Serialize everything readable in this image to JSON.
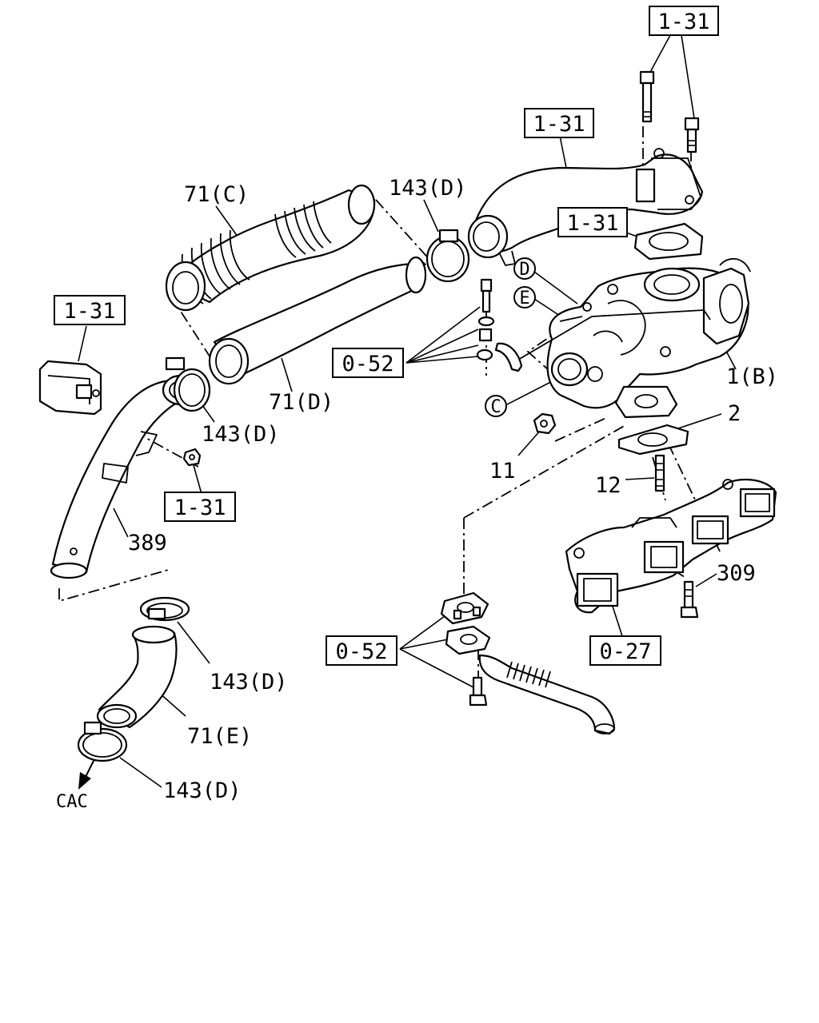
{
  "callouts": {
    "ref_131_top": "1-31",
    "ref_131_pipe": "1-31",
    "ref_131_gasket": "1-31",
    "ref_131_left": "1-31",
    "ref_131_nut": "1-31",
    "ref_052_upper": "0-52",
    "ref_052_lower": "0-52",
    "ref_027": "0-27",
    "hose_71c": "71(C)",
    "hose_71d": "71(D)",
    "hose_71e": "71(E)",
    "clamp_143d_top": "143(D)",
    "clamp_143d_mid": "143(D)",
    "clamp_143d_low": "143(D)",
    "clamp_143d_bottom": "143(D)",
    "turbo_1b": "1(B)",
    "gasket_2": "2",
    "nut_11": "11",
    "stud_12": "12",
    "bolt_309": "309",
    "pipe_389": "389",
    "cac": "CAC"
  },
  "circled_letters": {
    "c": "C",
    "d": "D",
    "e": "E"
  }
}
